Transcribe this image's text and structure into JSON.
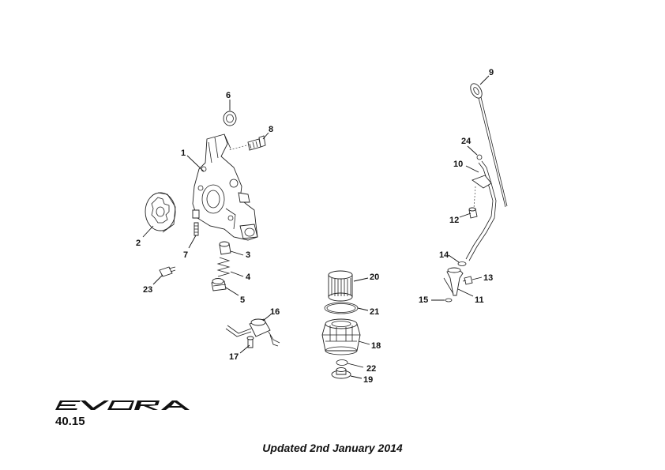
{
  "brand": {
    "logo_text": "EVORA"
  },
  "page_number": "40.15",
  "footer_text": "Updated 2nd January 2014",
  "labels": {
    "l1": "1",
    "l2": "2",
    "l3": "3",
    "l4": "4",
    "l5": "5",
    "l6": "6",
    "l7": "7",
    "l8": "8",
    "l9": "9",
    "l10": "10",
    "l11": "11",
    "l12": "12",
    "l13": "13",
    "l14": "14",
    "l15": "15",
    "l16": "16",
    "l17": "17",
    "l18": "18",
    "l19": "19",
    "l20": "20",
    "l21": "21",
    "l22": "22",
    "l23": "23",
    "l24": "24"
  }
}
